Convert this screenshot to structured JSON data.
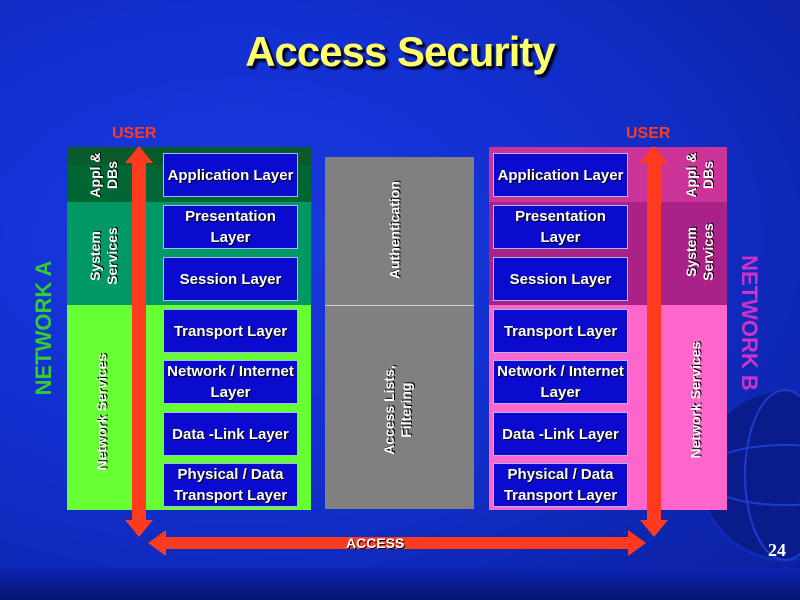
{
  "title": "Access Security",
  "page_number": "24",
  "access_label": "ACCESS",
  "middle": {
    "upper_label": "Authentication",
    "lower_label": "Access Lists, Filtering"
  },
  "network_a": {
    "name": "NETWORK A",
    "user_label": "USER",
    "groups": [
      "Appl & DBs",
      "System Services",
      "Network Services"
    ],
    "layers": [
      "Application Layer",
      "Presentation Layer",
      "Session Layer",
      "Transport Layer",
      "Network / Internet Layer",
      "Data -Link Layer",
      "Physical / Data Transport Layer"
    ]
  },
  "network_b": {
    "name": "NETWORK B",
    "user_label": "USER",
    "groups": [
      "Appl & DBs",
      "System Services",
      "Network Services"
    ],
    "layers": [
      "Application Layer",
      "Presentation Layer",
      "Session Layer",
      "Transport Layer",
      "Network / Internet Layer",
      "Data -Link Layer",
      "Physical / Data Transport Layer"
    ]
  },
  "colors": {
    "background": "#1230d0",
    "title": "#ffff66",
    "arrow": "#ff3b1f",
    "layer_box": "#0b0bcf",
    "a_appl": "#006633",
    "a_system": "#009966",
    "a_network": "#66ff33",
    "b_appl": "#cc3399",
    "b_system": "#aa2288",
    "b_network": "#ff66cc",
    "middle": "#808080",
    "network_a_label": "#33cc33",
    "network_b_label": "#cc33cc"
  }
}
